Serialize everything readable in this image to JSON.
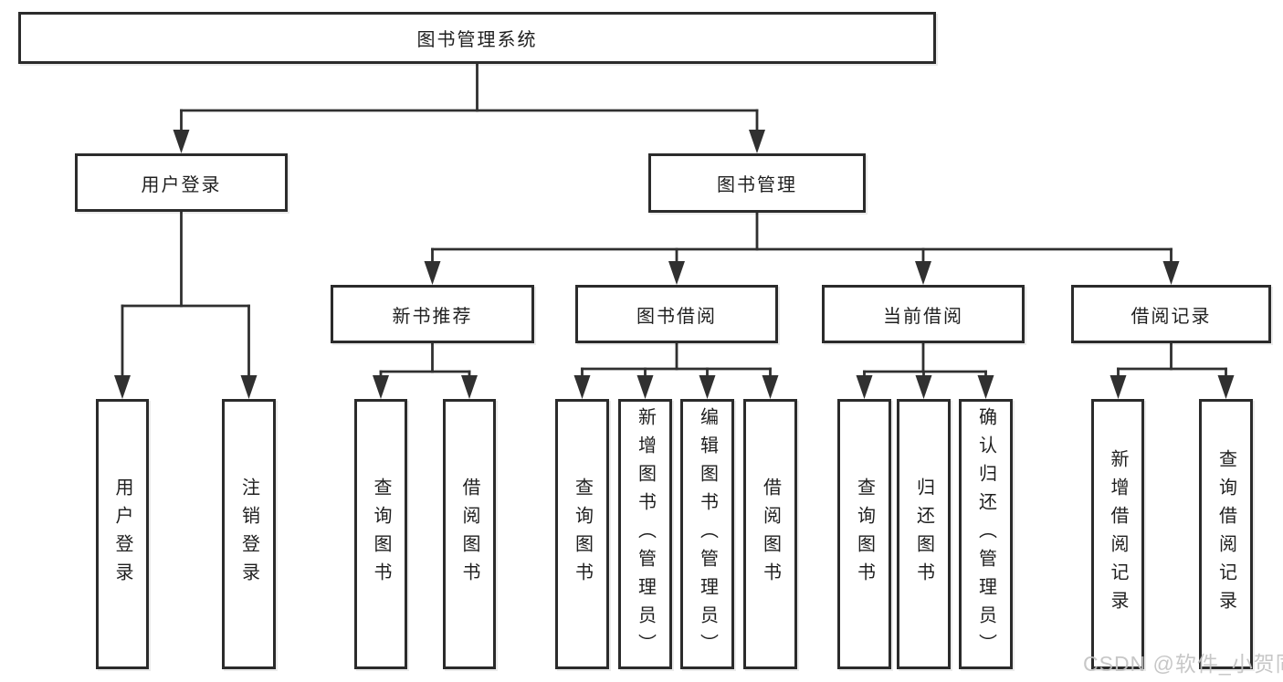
{
  "colors": {
    "line": "#303030",
    "box_border": "#2b2b2b",
    "text": "#1f1f1f",
    "watermark": "#c2c2c2",
    "background": "#ffffff"
  },
  "tree": {
    "root": "图书管理系统",
    "branches": [
      {
        "label": "用户登录",
        "children": [
          "用户登录",
          "注销登录"
        ]
      },
      {
        "label": "图书管理",
        "groups": [
          {
            "label": "新书推荐",
            "children": [
              "查询图书",
              "借阅图书"
            ]
          },
          {
            "label": "图书借阅",
            "children": [
              "查询图书",
              "新增图书（管理员）",
              "编辑图书（管理员）",
              "借阅图书"
            ]
          },
          {
            "label": "当前借阅",
            "children": [
              "查询图书",
              "归还图书",
              "确认归还（管理员）"
            ]
          },
          {
            "label": "借阅记录",
            "children": [
              "新增借阅记录",
              "查询借阅记录"
            ]
          }
        ]
      }
    ]
  },
  "watermark": "CSDN @软件_小贺同学"
}
